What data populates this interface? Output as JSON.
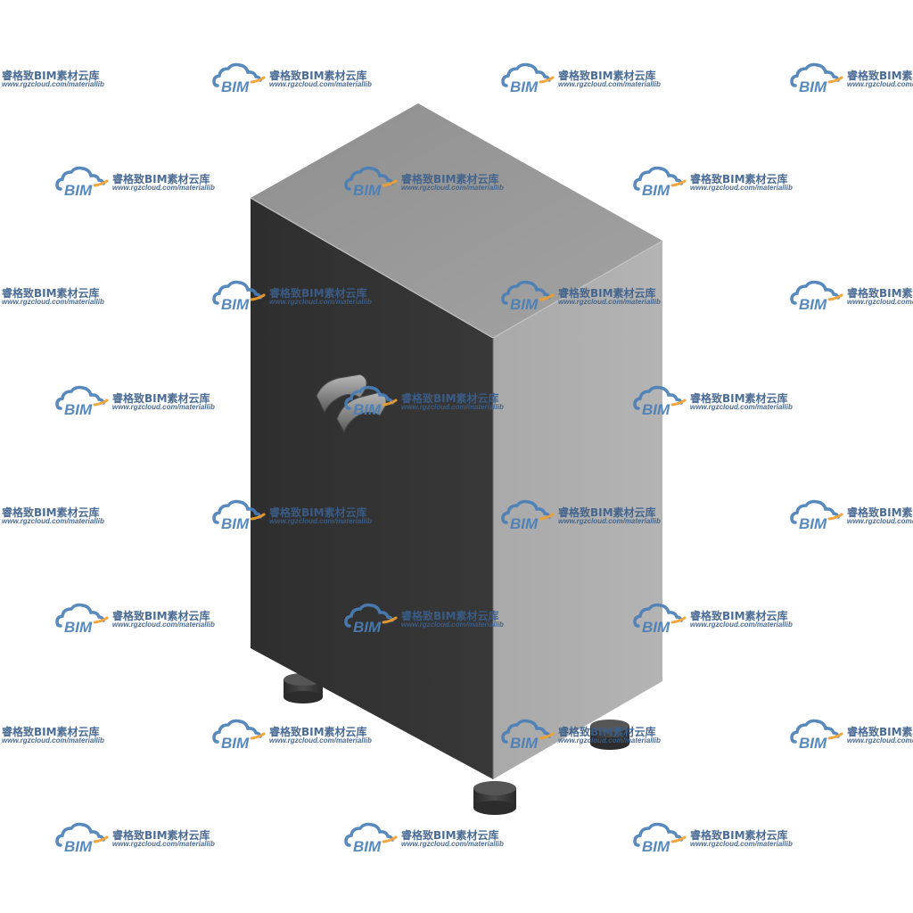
{
  "watermark": {
    "brand_text": "睿格致BIM素材云库",
    "url_text": "www.rgzcloud.com/materiallib",
    "logo_text": "BIM",
    "colors": {
      "cloud": "#4a7fb8",
      "accent": "#f0a030",
      "text": "#3a5f8c"
    }
  },
  "model": {
    "icon": "cabinet-3d-model",
    "colors": {
      "front": "#333333",
      "side": "#a8a8a8",
      "top": "#9a9a9a",
      "handle": "#8a8a8a",
      "feet": "#3c3c3c"
    }
  }
}
